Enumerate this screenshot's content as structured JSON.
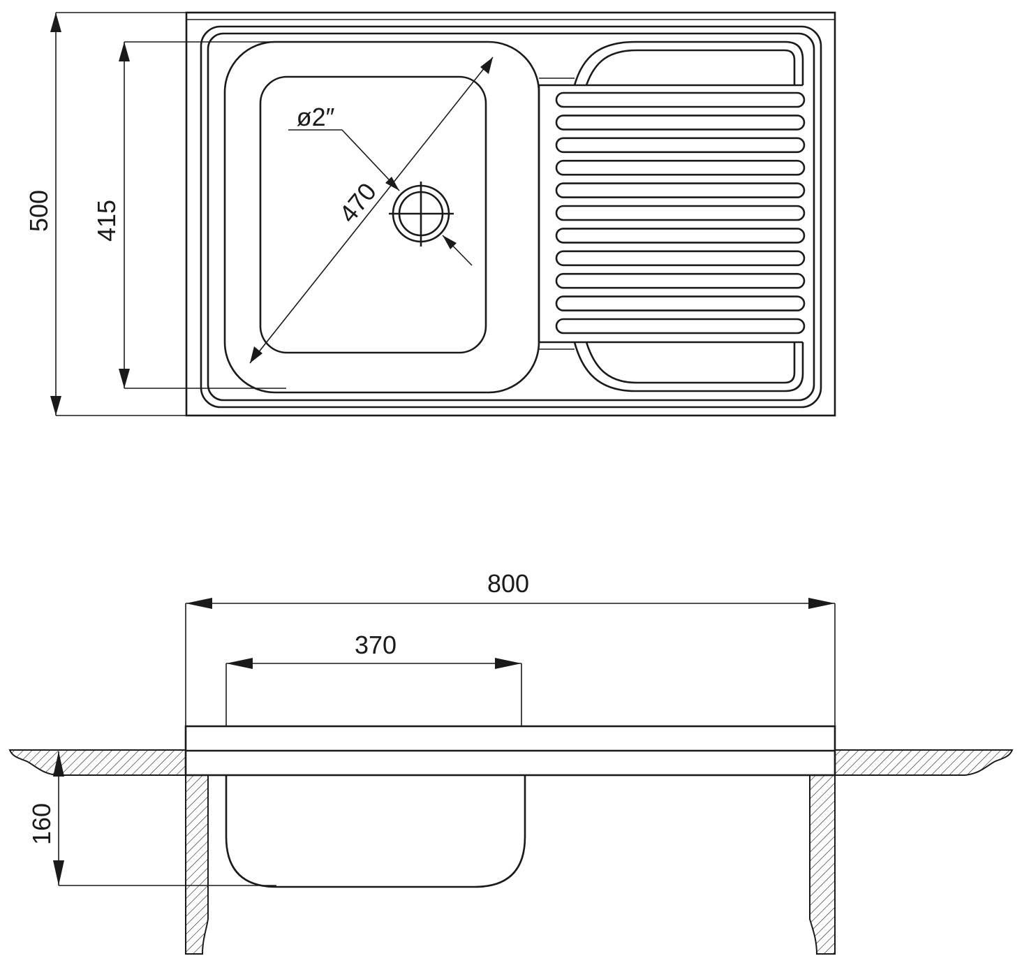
{
  "top_view": {
    "dim_overall_depth": "500",
    "dim_bowl_depth": "415",
    "dim_diagonal": "470",
    "dim_drain": "ø2″"
  },
  "section_view": {
    "dim_overall_width": "800",
    "dim_bowl_width": "370",
    "dim_bowl_height": "160"
  }
}
